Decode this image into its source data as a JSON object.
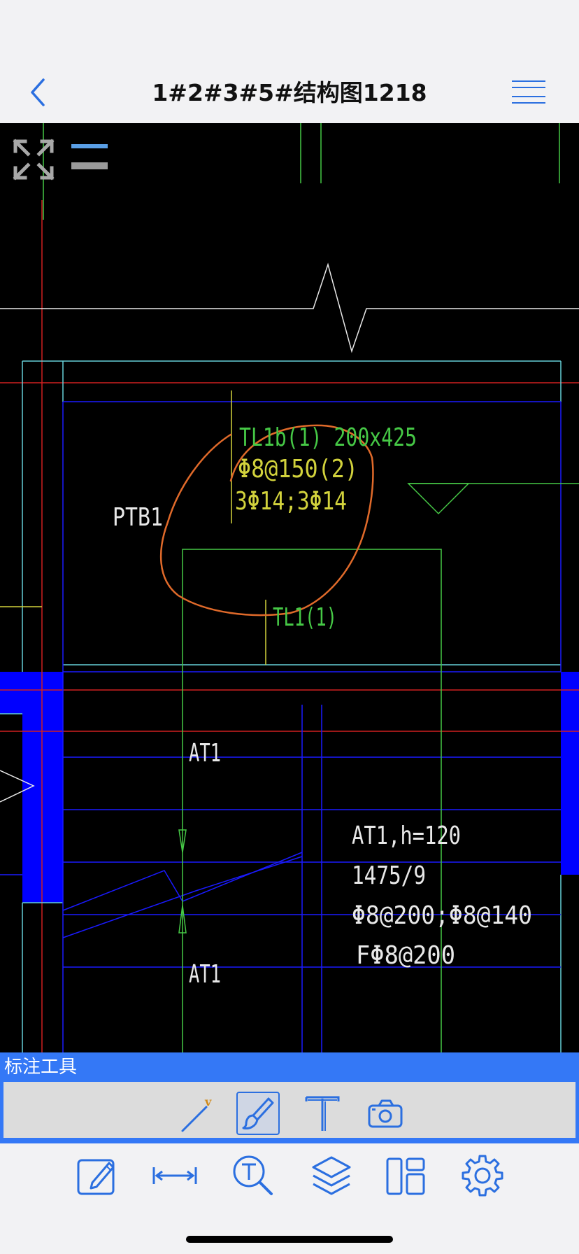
{
  "navbar": {
    "title": "1#2#3#5#结构图1218",
    "back_icon": "chevron-left-icon",
    "menu_icon": "hamburger-menu-icon"
  },
  "drawing": {
    "labels": {
      "beam_tl1b": "TL1b(1) 200x425",
      "beam_stirrup": "Φ8@150(2)",
      "beam_rebar": "3Φ14;3Φ14",
      "beam_tl1": "TL1(1)",
      "platform_ptb1": "PTB1",
      "stair_at1_top": "AT1",
      "stair_at1_bottom": "AT1",
      "stair_spec_1": "AT1,h=120",
      "stair_spec_2": "1475/9",
      "stair_spec_3": "Φ8@200;Φ8@140",
      "stair_spec_4": "FΦ8@200"
    },
    "colors": {
      "background": "#000000",
      "blue_line": "#1a1aff",
      "cyan_line": "#66d0d8",
      "red_line": "#d02020",
      "green_line": "#46c846",
      "yellow_text": "#d2d23c",
      "white_text": "#e8e8e8",
      "markup_orange": "#e06a2a",
      "wall_fill": "#0000ff"
    }
  },
  "tools": {
    "title": "标注工具",
    "items": [
      {
        "name": "line-tool",
        "icon": "line-pen-icon"
      },
      {
        "name": "brush-tool",
        "icon": "brush-icon",
        "active": true
      },
      {
        "name": "text-tool",
        "icon": "text-t-icon"
      },
      {
        "name": "camera-tool",
        "icon": "camera-icon"
      }
    ]
  },
  "bottom_bar": {
    "items": [
      {
        "name": "edit",
        "icon": "edit-icon"
      },
      {
        "name": "measure",
        "icon": "measure-icon"
      },
      {
        "name": "text-search",
        "icon": "text-search-icon"
      },
      {
        "name": "layers",
        "icon": "layers-icon"
      },
      {
        "name": "layout",
        "icon": "layout-icon"
      },
      {
        "name": "settings",
        "icon": "gear-icon"
      }
    ]
  },
  "accent_color": "#3478f6"
}
